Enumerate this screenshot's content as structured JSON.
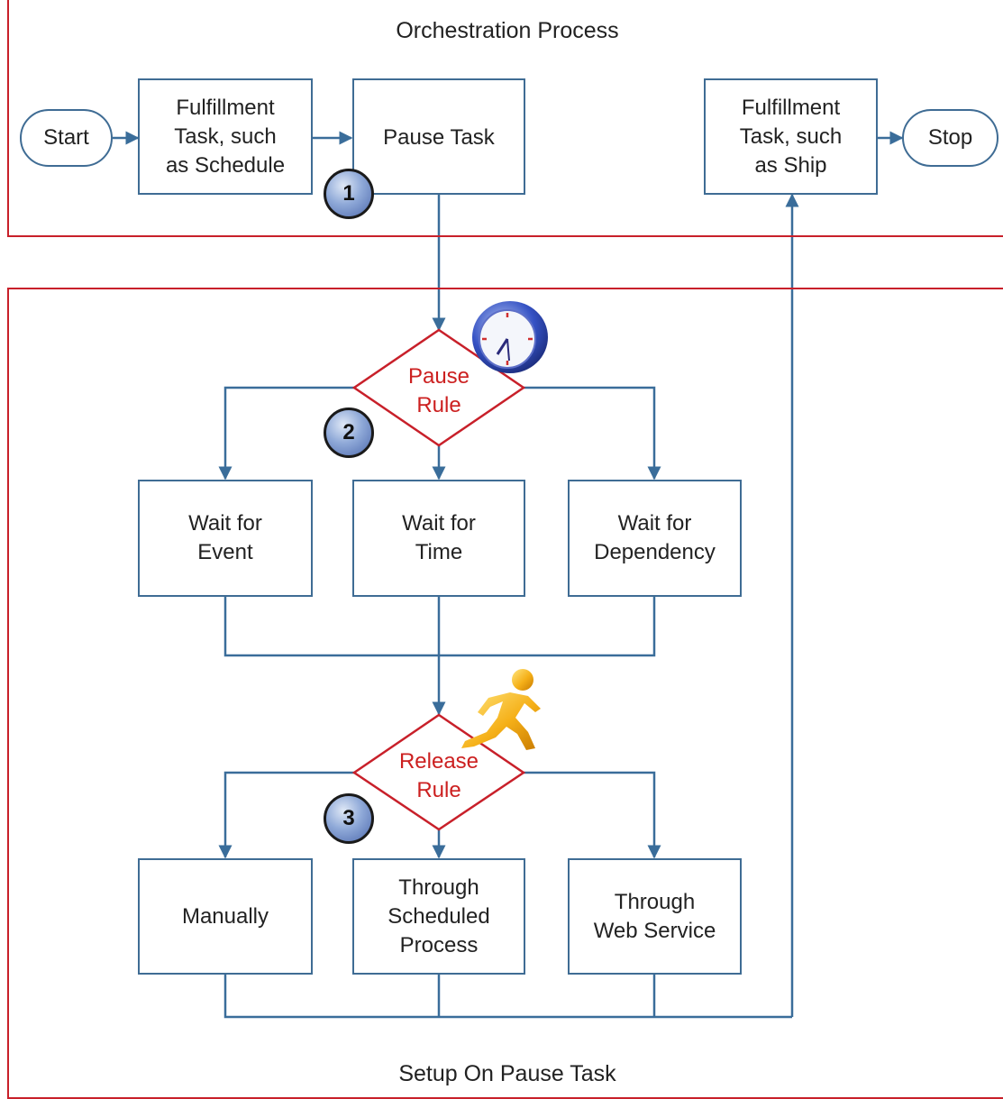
{
  "orchestration": {
    "title": "Orchestration Process",
    "start": "Start",
    "task_schedule": "Fulfillment\nTask, such\nas Schedule",
    "pause_task": "Pause Task",
    "task_ship": "Fulfillment\nTask, such\nas Ship",
    "stop": "Stop"
  },
  "setup": {
    "title": "Setup On Pause Task",
    "pause_rule": "Pause\nRule",
    "release_rule": "Release\nRule",
    "wait_event": "Wait for\nEvent",
    "wait_time": "Wait for\nTime",
    "wait_dependency": "Wait for\nDependency",
    "manually": "Manually",
    "scheduled_process": "Through\nScheduled\nProcess",
    "web_service": "Through\nWeb Service"
  },
  "badges": [
    "1",
    "2",
    "3"
  ],
  "icons": {
    "pause_rule": "clock-icon",
    "release_rule": "running-person-icon"
  },
  "colors": {
    "box_border": "#3f6c94",
    "connector": "#3a6d9a",
    "lane_border": "#c8202a",
    "rule_text": "#cc2020",
    "diamond_border": "#c8202a"
  }
}
